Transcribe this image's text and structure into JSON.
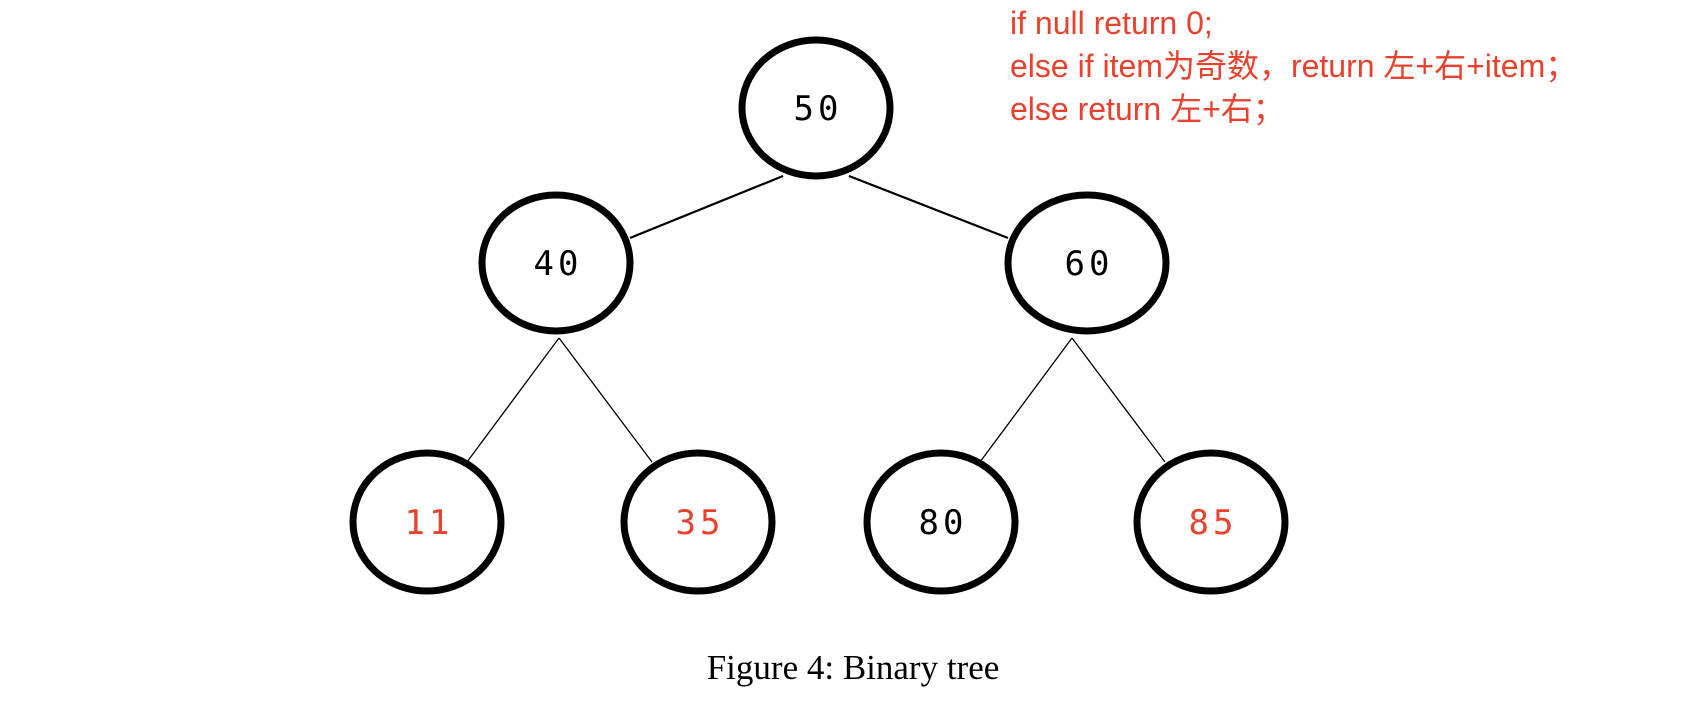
{
  "annotation": {
    "lines": [
      "if null return 0;",
      "else if item为奇数，return 左+右+item；",
      "else return 左+右；"
    ],
    "color": "#e8412d"
  },
  "tree": {
    "nodes": [
      {
        "id": "n50",
        "label": "50",
        "highlight": false
      },
      {
        "id": "n40",
        "label": "40",
        "highlight": false
      },
      {
        "id": "n60",
        "label": "60",
        "highlight": false
      },
      {
        "id": "n11",
        "label": "11",
        "highlight": true
      },
      {
        "id": "n35",
        "label": "35",
        "highlight": true
      },
      {
        "id": "n80",
        "label": "80",
        "highlight": false
      },
      {
        "id": "n85",
        "label": "85",
        "highlight": true
      }
    ],
    "edges": [
      [
        "n50",
        "n40"
      ],
      [
        "n50",
        "n60"
      ],
      [
        "n40",
        "n11"
      ],
      [
        "n40",
        "n35"
      ],
      [
        "n60",
        "n80"
      ],
      [
        "n60",
        "n85"
      ]
    ],
    "text_color": "#000000",
    "highlight_color": "#e8412d"
  },
  "caption": "Figure 4: Binary tree"
}
